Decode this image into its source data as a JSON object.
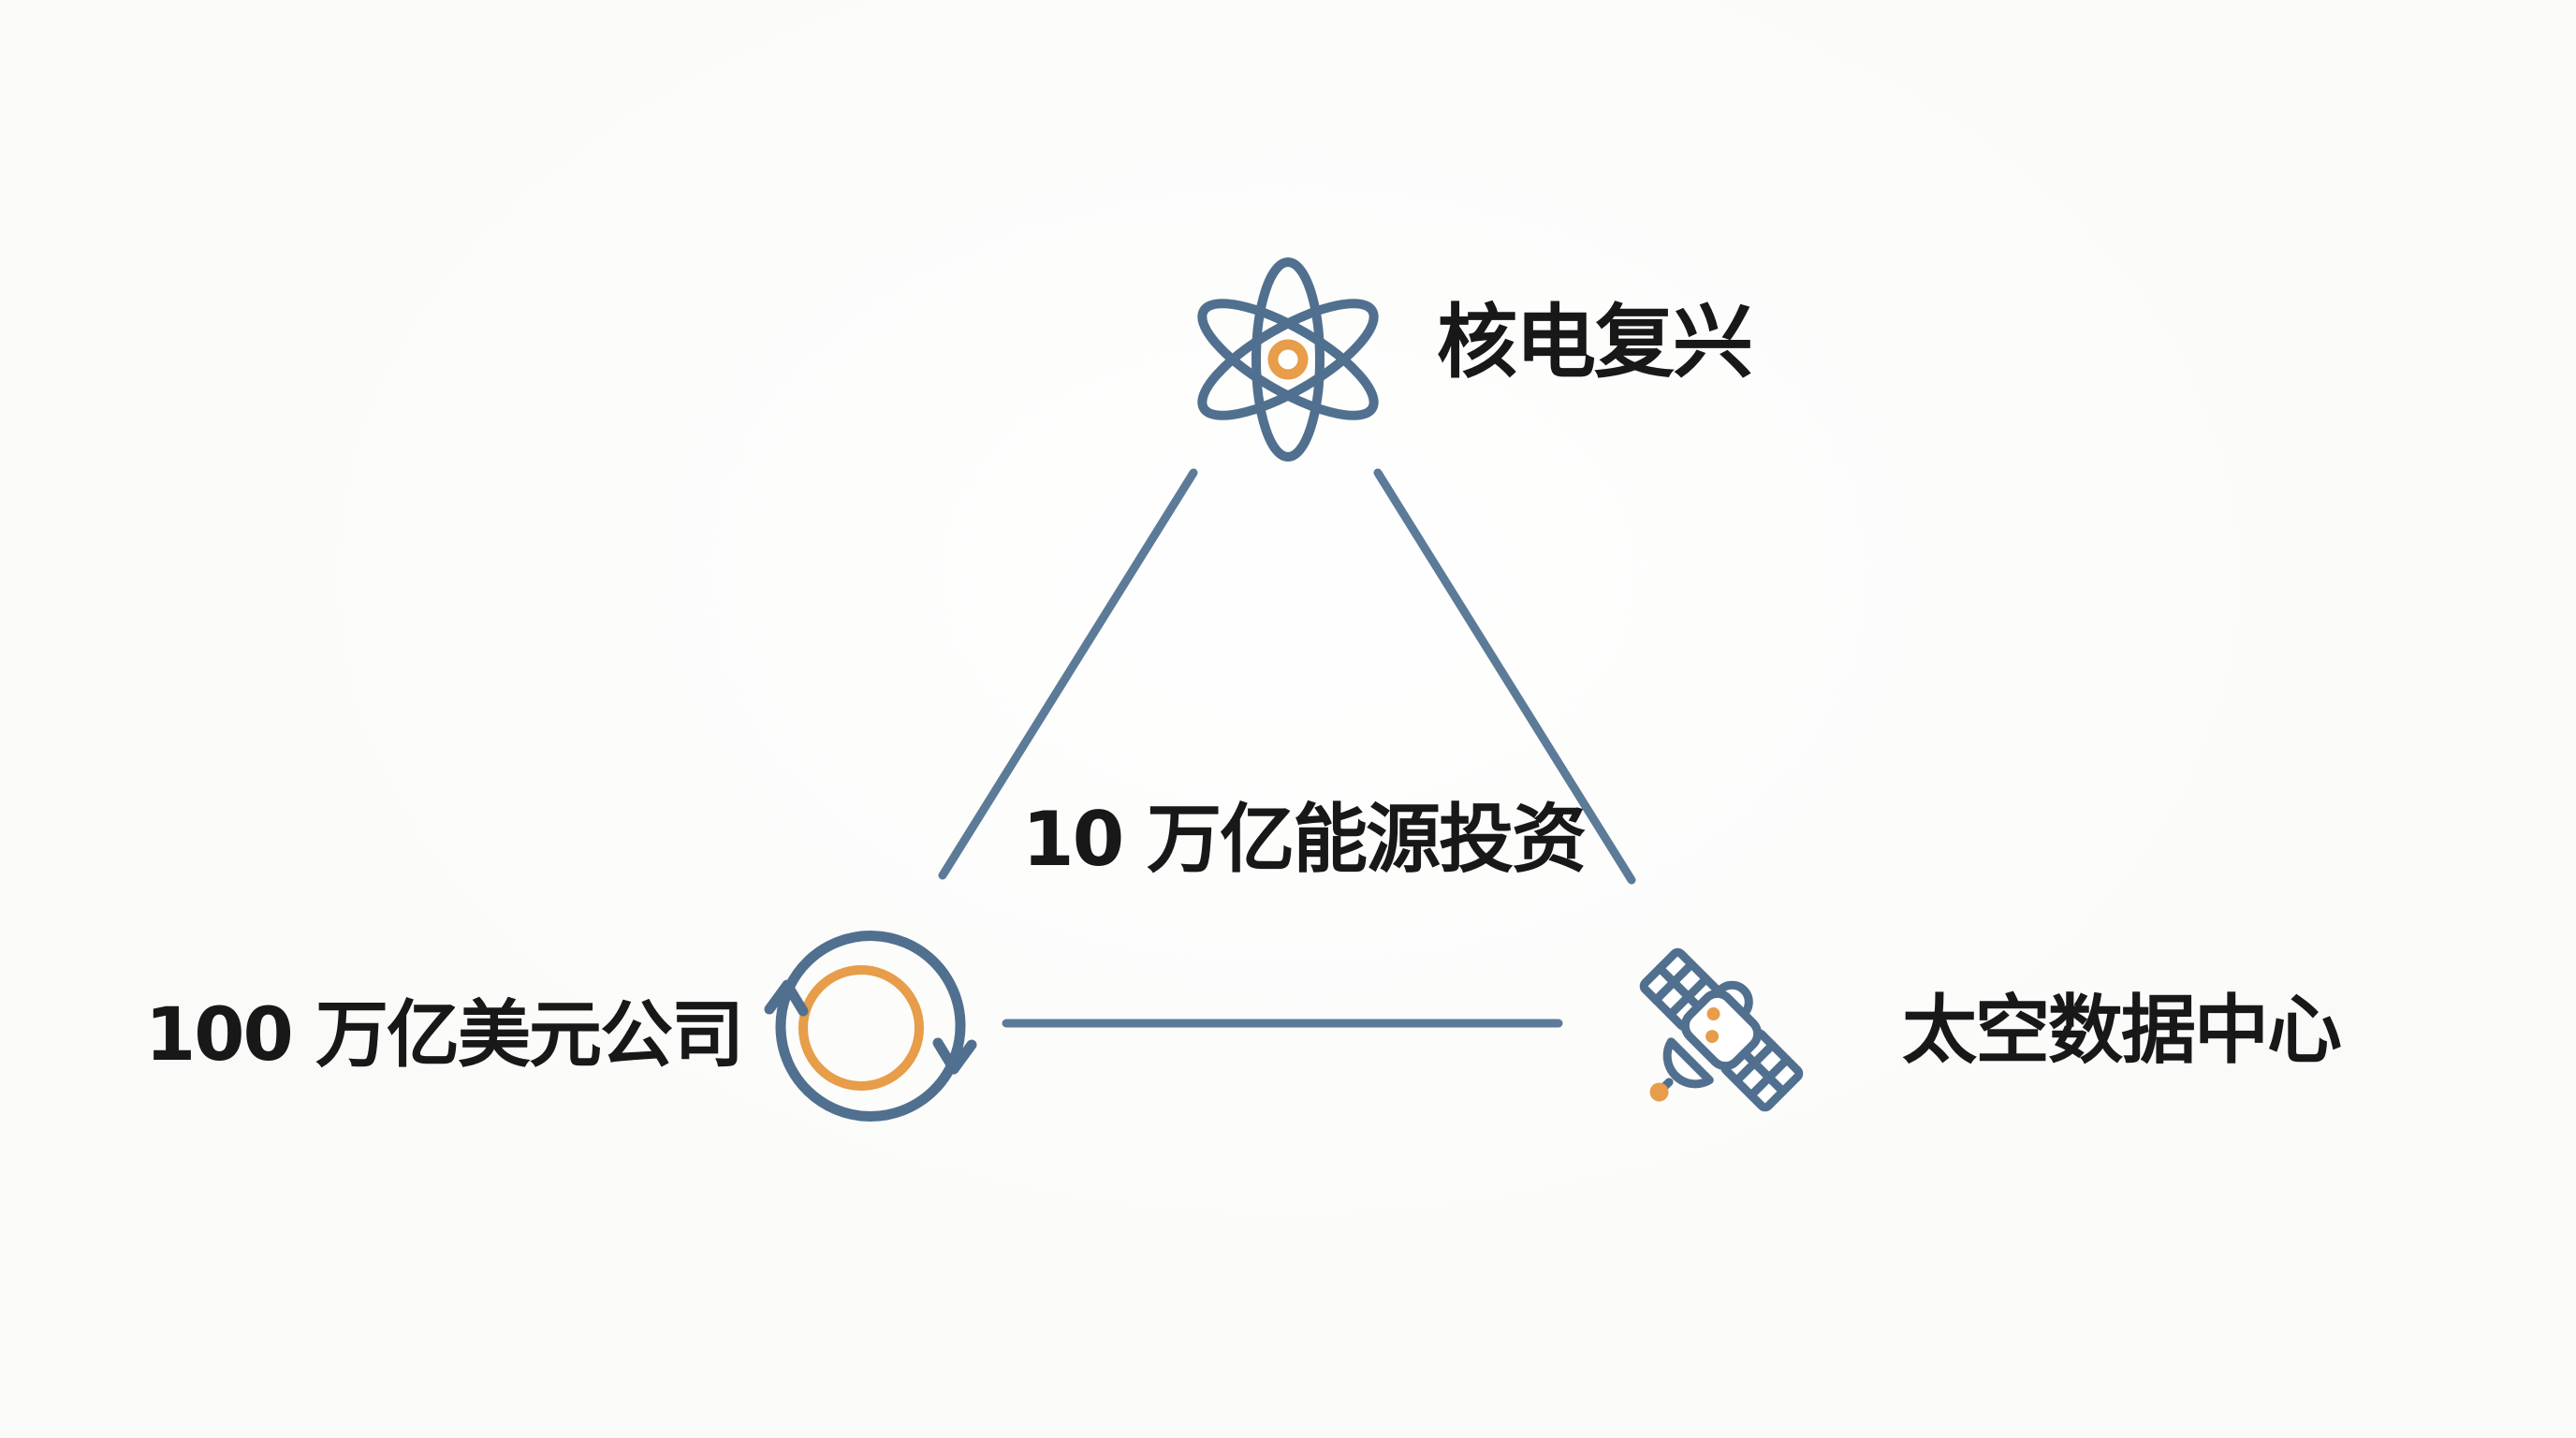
{
  "diagram": {
    "title_node": {
      "label": "核电复兴",
      "icon": "atom-icon"
    },
    "left_node": {
      "label": "100 万亿美元公司",
      "icon": "cycle-icon"
    },
    "right_node": {
      "label": "太空数据中心",
      "icon": "satellite-icon"
    },
    "center_label": "10 万亿能源投资",
    "shape": "triangle",
    "edges": [
      {
        "from": "核电复兴",
        "to": "100 万亿美元公司"
      },
      {
        "from": "核电复兴",
        "to": "太空数据中心"
      },
      {
        "from": "100 万亿美元公司",
        "to": "太空数据中心"
      }
    ]
  },
  "colors": {
    "slate_icon": "#51708f",
    "slate_line": "#5c7b99",
    "orange": "#e79d49",
    "ink": "#181818",
    "background": "#fbfbf9"
  }
}
